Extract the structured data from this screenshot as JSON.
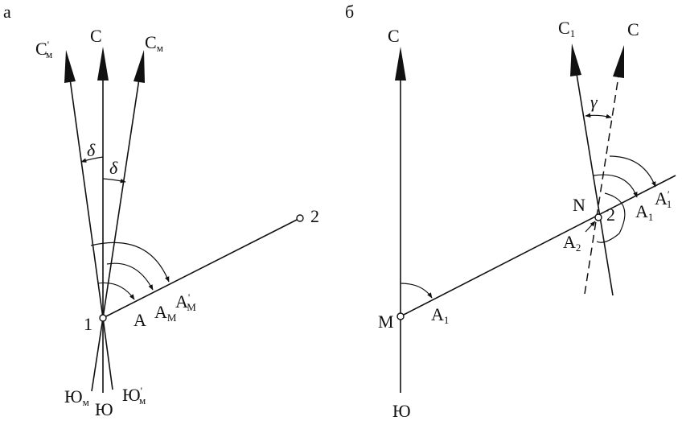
{
  "panel_a": {
    "panel_label": "а",
    "north": "С",
    "north_mag": "С",
    "north_mag_sub": "м",
    "north_mag_prime": "С",
    "north_mag_prime_sub": "м",
    "north_mag_prime_mark": "'",
    "delta_1": "δ",
    "delta_2": "δ",
    "point_1": "1",
    "point_2": "2",
    "azimuth_true": "A",
    "azimuth_mag": "A",
    "azimuth_mag_sub": "M",
    "azimuth_mag_prime": "A",
    "azimuth_mag_prime_mark": "'",
    "azimuth_mag_prime_sub": "M",
    "south": "Ю",
    "south_mag": "Ю",
    "south_mag_sub": "м",
    "south_mag_prime": "Ю",
    "south_mag_prime_mark": "'",
    "south_mag_prime_sub": "м"
  },
  "panel_b": {
    "panel_label": "б",
    "north": "С",
    "south": "Ю",
    "point_m": "M",
    "azimuth_a1": "A",
    "azimuth_a1_sub": "1",
    "north_1": "С",
    "north_1_sub": "1",
    "north_2": "С",
    "gamma": "γ",
    "point_n": "N",
    "point_2": "2",
    "angle_a1": "A",
    "angle_a1_sub": "1",
    "angle_a1_prime": "A",
    "angle_a1_prime_mark": "′",
    "angle_a1_prime_sub": "1",
    "angle_a2": "A",
    "angle_a2_sub": "2"
  }
}
